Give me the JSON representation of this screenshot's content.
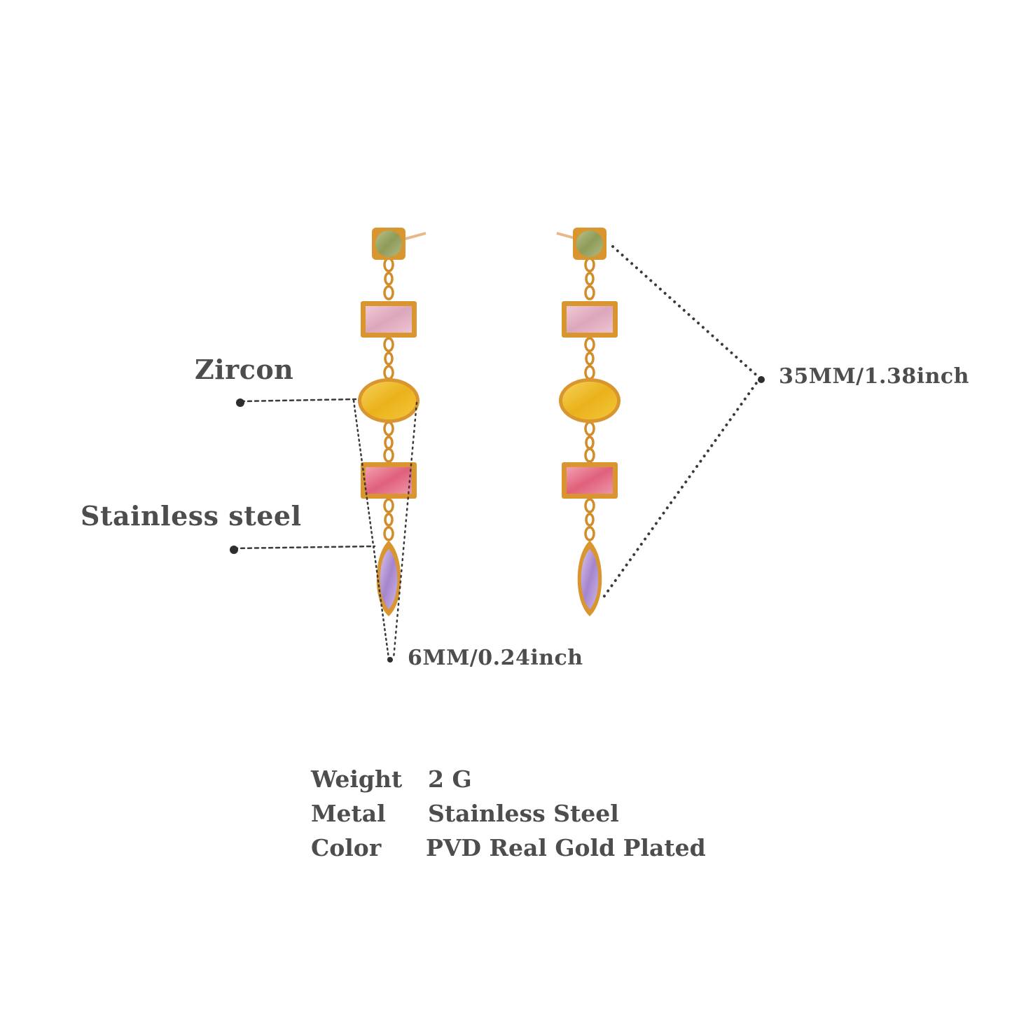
{
  "callouts": {
    "zircon": "Zircon",
    "stainless_steel": "Stainless steel",
    "width": "6MM/0.24inch",
    "length": "35MM/1.38inch"
  },
  "specs": [
    {
      "key": "Weight",
      "value": "2 G"
    },
    {
      "key": "Metal",
      "value": "Stainless Steel"
    },
    {
      "key": "Color",
      "value": "PVD Real Gold Plated"
    }
  ],
  "product": {
    "stones": [
      "green-round",
      "pink-baguette",
      "yellow-oval",
      "red-pink-baguette",
      "purple-marquise"
    ],
    "colors": {
      "gold": "#d9952e",
      "green_stone": "#9aa86a",
      "pink_stone": "#e7b3c6",
      "yellow_stone": "#f2c02a",
      "red_stone": "#e8707e",
      "purple_stone": "#b79ad6",
      "text": "#4d4d4d",
      "dots": "#3a3a3a"
    }
  }
}
